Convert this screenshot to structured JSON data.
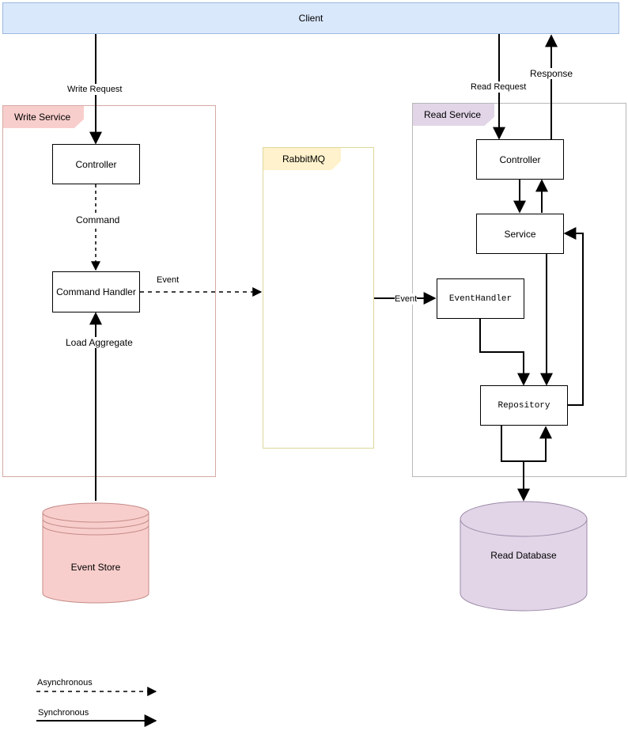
{
  "client": {
    "label": "Client"
  },
  "write_service": {
    "title": "Write Service",
    "controller": "Controller",
    "command_handler": "Command Handler",
    "command_label": "Command",
    "load_aggregate_label": "Load Aggregate",
    "write_request_label": "Write Request",
    "event_label": "Event"
  },
  "rabbitmq": {
    "title": "RabbitMQ"
  },
  "read_service": {
    "title": "Read Service",
    "controller": "Controller",
    "service": "Service",
    "event_handler": "EventHandler",
    "repository": "Repository",
    "read_request_label": "Read Request",
    "response_label": "Response",
    "event_label": "Event"
  },
  "stores": {
    "event_store": "Event Store",
    "read_database": "Read Database"
  },
  "legend": {
    "async": "Asynchronous",
    "sync": "Synchronous"
  },
  "colors": {
    "client_fill": "#dae8fc",
    "write_fill": "#f8cecc",
    "read_fill": "#e1d5e7",
    "rabbit_fill": "#fff2cc"
  }
}
